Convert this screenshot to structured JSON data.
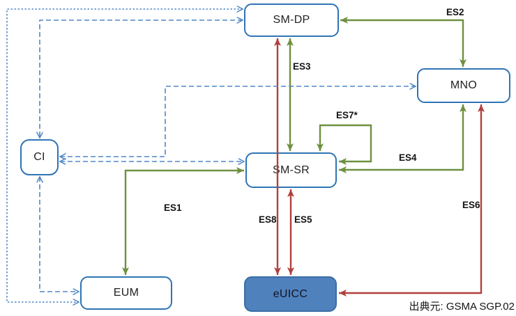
{
  "diagram": {
    "title_hint": "GSMA SGP.02 remote SIM provisioning architecture",
    "nodes": {
      "sm_dp": {
        "label": "SM-DP"
      },
      "mno": {
        "label": "MNO"
      },
      "sm_sr": {
        "label": "SM-SR"
      },
      "ci": {
        "label": "CI"
      },
      "eum": {
        "label": "EUM"
      },
      "euicc": {
        "label": "eUICC"
      }
    },
    "edges": {
      "es1": {
        "label": "ES1",
        "from": "EUM",
        "to": "SM-SR",
        "style": "green-solid"
      },
      "es2": {
        "label": "ES2",
        "from": "SM-DP",
        "to": "MNO",
        "style": "green-solid"
      },
      "es3": {
        "label": "ES3",
        "from": "SM-DP",
        "to": "SM-SR",
        "style": "green-solid"
      },
      "es4": {
        "label": "ES4",
        "from": "MNO",
        "to": "SM-SR",
        "style": "green-solid"
      },
      "es5": {
        "label": "ES5",
        "from": "SM-SR",
        "to": "eUICC",
        "style": "red-solid"
      },
      "es6": {
        "label": "ES6",
        "from": "MNO",
        "to": "eUICC",
        "style": "red-solid"
      },
      "es7": {
        "label": "ES7*",
        "from": "SM-SR",
        "to": "SM-SR",
        "style": "green-solid"
      },
      "es8": {
        "label": "ES8",
        "from": "SM-DP",
        "to": "eUICC",
        "style": "red-solid"
      },
      "ci_sm_dp": {
        "from": "CI",
        "to": "SM-DP",
        "style": "blue-dashed"
      },
      "ci_sm_sr": {
        "from": "CI",
        "to": "SM-SR",
        "style": "blue-dashed"
      },
      "ci_mno": {
        "from": "CI",
        "to": "MNO",
        "style": "blue-dashed"
      },
      "ci_eum": {
        "from": "CI",
        "to": "EUM",
        "style": "blue-dashed"
      },
      "sm_dp_eum": {
        "from": "SM-DP",
        "to": "EUM",
        "style": "blue-dotted"
      }
    },
    "caption": "出典元: GSMA SGP.02",
    "colors": {
      "box_border": "#2e74b5",
      "box_fill": "#ffffff",
      "euicc_fill": "#4f81bd",
      "green_arrow": "#6e9040",
      "red_arrow": "#b0413e",
      "blue_dashed": "#4f86c6",
      "label_text": "#141414"
    }
  }
}
